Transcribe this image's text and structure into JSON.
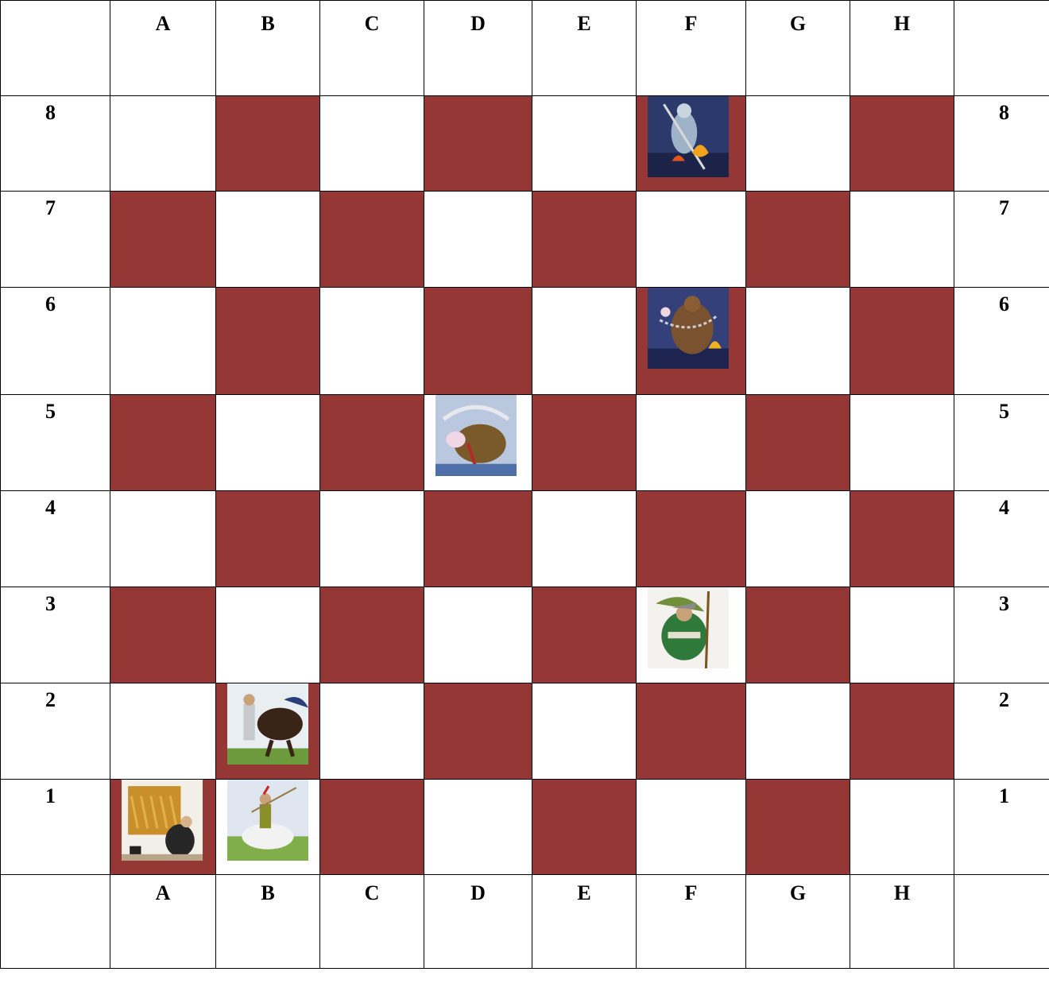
{
  "board": {
    "columns": [
      "A",
      "B",
      "C",
      "D",
      "E",
      "F",
      "G",
      "H"
    ],
    "rows": [
      "8",
      "7",
      "6",
      "5",
      "4",
      "3",
      "2",
      "1"
    ],
    "dark_color": "#953735",
    "light_color": "#ffffff"
  },
  "pieces": {
    "F8": "demon-with-trident-illustration",
    "F6": "chained-giant-illustration",
    "D5": "winged-dragon-illustration",
    "F3": "armored-warrior-illustration",
    "B2": "horseman-with-dark-horse-illustration",
    "A1": "seated-woman-at-loom-illustration",
    "B1": "rider-on-white-horse-illustration"
  }
}
